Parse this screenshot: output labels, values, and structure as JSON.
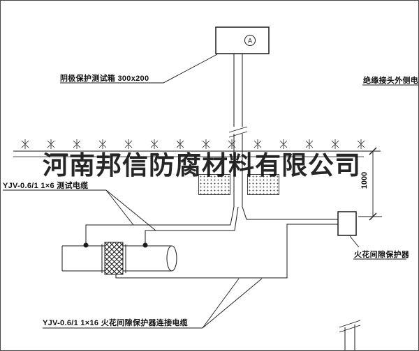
{
  "drawing": {
    "watermark": "河南邦信防腐材料有限公司",
    "test_box_label": "阴极保护测试箱 300x200",
    "insulated_joint_cable_label": "绝缘接头外侧电缆",
    "test_cable_label": "YJV-0.6/1 1×6  测试电缆",
    "spark_gap_label": "火花间隙保护器",
    "spark_cable_label": "YJV-0.6/1 1×16  火花间隙保护器连接电缆",
    "dimension_1000": "1000",
    "meter_letter": "A"
  },
  "colors": {
    "line": "#1a1a1a",
    "paper": "#ffffff"
  }
}
